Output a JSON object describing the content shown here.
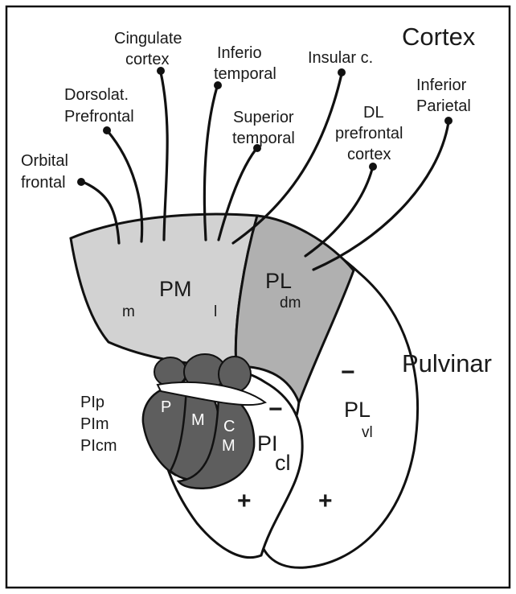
{
  "cortex_label": "Cortex",
  "pulvinar_label": "Pulvinar",
  "cortical_targets": [
    {
      "line1": "Orbital",
      "line2": "frontal"
    },
    {
      "line1": "Dorsolat.",
      "line2": "Prefrontal"
    },
    {
      "line1": "Cingulate",
      "line2": "cortex"
    },
    {
      "line1": "Inferio",
      "line2": "temporal"
    },
    {
      "line1": "Superior",
      "line2": "temporal"
    },
    {
      "line1": "Insular c.",
      "line2": ""
    },
    {
      "line1": "DL",
      "line2": "prefrontal",
      "line3": "cortex"
    },
    {
      "line1": "Inferior",
      "line2": "Parietal"
    }
  ],
  "regions": {
    "pm": {
      "name": "PM",
      "medial": "m",
      "lateral": "l"
    },
    "pl_dm": {
      "name": "PL",
      "sub": "dm"
    },
    "pl_vl": {
      "name": "PL",
      "sub": "vl"
    },
    "pi_cl": {
      "name": "PI",
      "sub": "cl"
    },
    "pi_subdivisions": [
      "P",
      "M",
      "C",
      "M"
    ],
    "pi_list": [
      "PIp",
      "PIm",
      "PIcm"
    ]
  },
  "signs": {
    "minus": "−",
    "plus": "+"
  },
  "colors": {
    "medial_fill": "#d2d2d2",
    "dorsal_lateral_fill": "#b0b0b0",
    "inferior_fill": "#5e5e5e",
    "outline": "#111111"
  }
}
